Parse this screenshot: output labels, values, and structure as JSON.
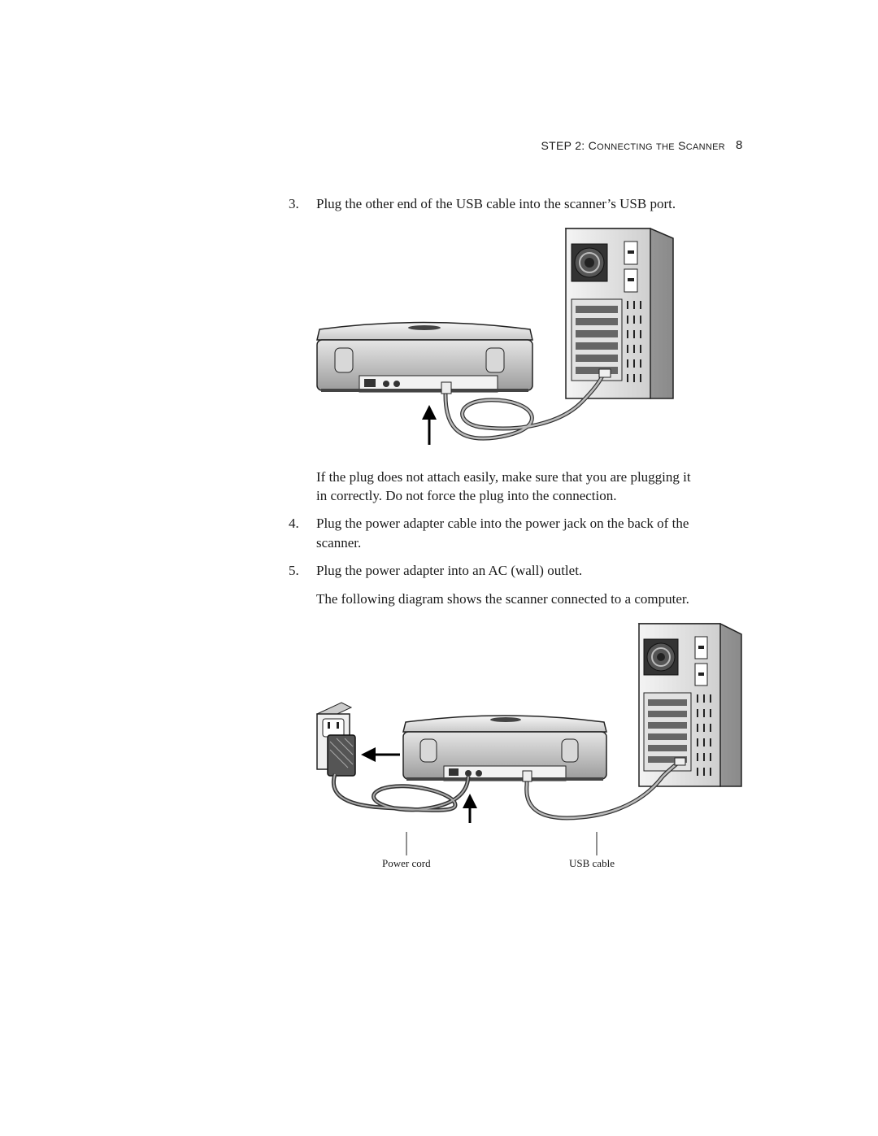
{
  "header": {
    "step_prefix": "STEP 2: C",
    "w_onnecting": "ONNECTING",
    "w_the": "THE",
    "w_s": "S",
    "w_canner": "CANNER",
    "page_number": "8"
  },
  "steps": [
    {
      "number": "3.",
      "text": "Plug the other end of the USB cable into the scanner’s USB port."
    },
    {
      "number": "4.",
      "text_line1": "Plug the power adapter cable into the power jack on the back of the",
      "text_line2": "scanner."
    },
    {
      "number": "5.",
      "text": "Plug the power adapter into an AC (wall) outlet."
    }
  ],
  "note": {
    "line1": "If the plug does not attach easily, make sure that you are plugging it",
    "line2": "in correctly. Do not force the plug into the connection."
  },
  "diagram_intro": "The following diagram shows the scanner connected to a computer.",
  "figure2": {
    "power_cord_label": "Power cord",
    "usb_cable_label": "USB cable"
  }
}
